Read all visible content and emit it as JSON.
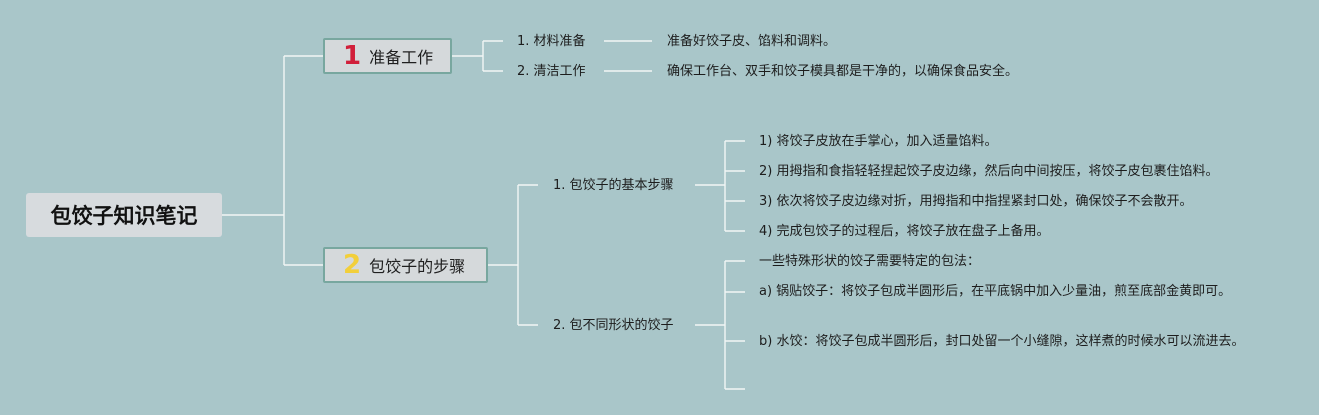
{
  "colors": {
    "background": "#a9c6c9",
    "connector": "#f2f6f6",
    "number_1": "#d11f3a",
    "number_2": "#f2cf3a",
    "node_border": "#78a79f"
  },
  "root": {
    "title": "包饺子知识笔记"
  },
  "branches": [
    {
      "number": "1",
      "title": "准备工作",
      "items": [
        {
          "label": "1. 材料准备",
          "detail": "准备好饺子皮、馅料和调料。"
        },
        {
          "label": "2. 清洁工作",
          "detail": "确保工作台、双手和饺子模具都是干净的，以确保食品安全。"
        }
      ]
    },
    {
      "number": "2",
      "title": "包饺子的步骤",
      "items": [
        {
          "label": "1. 包饺子的基本步骤",
          "details": [
            "1) 将饺子皮放在手掌心，加入适量馅料。",
            "2) 用拇指和食指轻轻捏起饺子皮边缘，然后向中间按压，将饺子皮包裹住馅料。",
            "3) 依次将饺子皮边缘对折，用拇指和中指捏紧封口处，确保饺子不会散开。",
            "4) 完成包饺子的过程后，将饺子放在盘子上备用。"
          ]
        },
        {
          "label": "2. 包不同形状的饺子",
          "details": [
            "一些特殊形状的饺子需要特定的包法：",
            "a) 锅贴饺子：将饺子包成半圆形后，在平底锅中加入少量油，煎至底部金黄即可。",
            "b) 水饺：将饺子包成半圆形后，封口处留一个小缝隙，这样煮的时候水可以流进去。",
            ""
          ]
        }
      ]
    }
  ]
}
